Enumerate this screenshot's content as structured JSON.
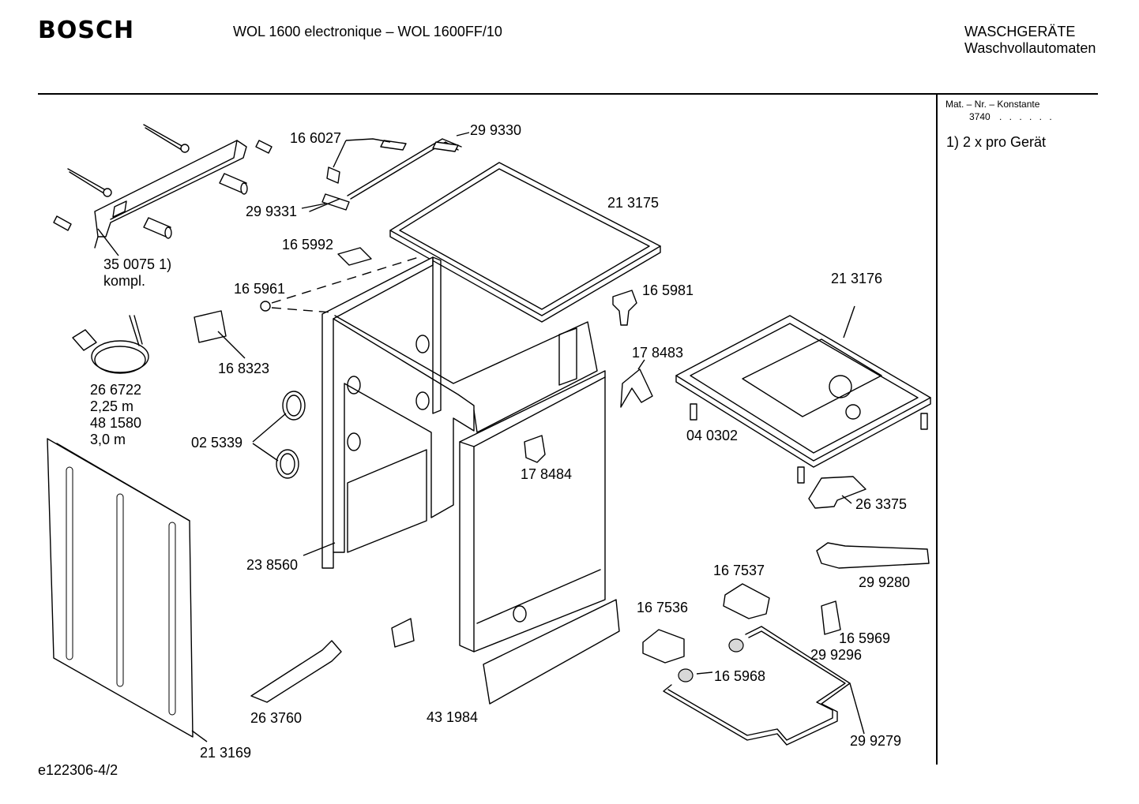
{
  "header": {
    "brand": "BOSCH",
    "model": "WOL 1600 electronique – WOL 1600FF/10",
    "category_line1": "WASCHGERÄTE",
    "category_line2": "Waschvollautomaten"
  },
  "side_panel": {
    "mat_label": "Mat. – Nr. – Konstante",
    "mat_value": "3740",
    "mat_dots": ". . . . . .",
    "note": "1) 2 x pro Gerät"
  },
  "footer": {
    "doc_id": "e122306-4/2"
  },
  "parts": {
    "p350075a": "35 0075 1)",
    "p350075b": "kompl.",
    "p166027": "16 6027",
    "p299330": "29 9330",
    "p299331": "29 9331",
    "p213175": "21 3175",
    "p165992": "16 5992",
    "p165961": "16 5961",
    "p165981": "16 5981",
    "p213176": "21 3176",
    "p168323": "16 8323",
    "p178483": "17 8483",
    "p266722": "26 6722",
    "p266722len": "2,25 m",
    "p481580": "48 1580",
    "p481580len": "3,0 m",
    "p040302": "04 0302",
    "p025339": "02 5339",
    "p178484": "17 8484",
    "p263375": "26 3375",
    "p238560": "23 8560",
    "p167537": "16 7537",
    "p299280": "29 9280",
    "p167536": "16 7536",
    "p165969": "16 5969",
    "p299296": "29 9296",
    "p165968": "16 5968",
    "p263760": "26 3760",
    "p431984": "43 1984",
    "p299279": "29 9279",
    "p213169": "21 3169"
  }
}
